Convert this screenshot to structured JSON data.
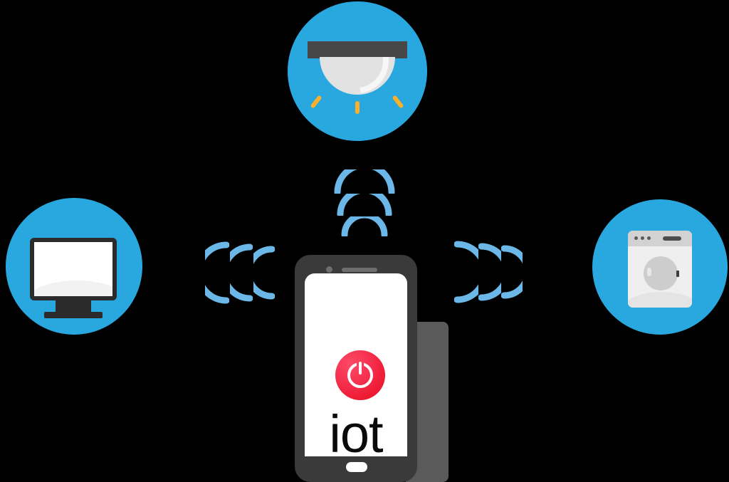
{
  "illustration": {
    "title": "iot",
    "subject": "internet-of-things smart home concept",
    "background_color": "#000000"
  },
  "colors": {
    "badge_blue": "#29a8e0",
    "signal_blue": "#6bb8e8",
    "phone_body": "#3a3a3a",
    "phone_screen": "#ffffff",
    "power_red": "#ee1b33",
    "lamp_bar_gray": "#474747",
    "lamp_dome_gray": "#e2e2e2",
    "lamp_ray_orange": "#fbaf2a",
    "monitor_bezel": "#2b2b2b",
    "washer_body": "#efefef",
    "washer_panel": "#d2d2d2",
    "label_black": "#0a0a0a"
  },
  "phone": {
    "app_label": "iot",
    "power_button_state": "on",
    "camera": "front-camera",
    "speaker": "earpiece-speaker",
    "home_button": "home-button"
  },
  "devices": [
    {
      "id": "lamp",
      "name": "ceiling-lamp",
      "position": "top-center",
      "rays": 3
    },
    {
      "id": "monitor",
      "name": "monitor-tv",
      "position": "left",
      "rays": 0
    },
    {
      "id": "washer",
      "name": "washing-machine",
      "position": "right",
      "panel_dots": 3
    }
  ],
  "signals": [
    {
      "id": "signal-up",
      "direction": "up",
      "arcs": 3,
      "label": "wireless signal to lamp"
    },
    {
      "id": "signal-left",
      "direction": "left",
      "arcs": 3,
      "label": "wireless signal to monitor"
    },
    {
      "id": "signal-right",
      "direction": "right",
      "arcs": 3,
      "label": "wireless signal to washing machine"
    }
  ]
}
